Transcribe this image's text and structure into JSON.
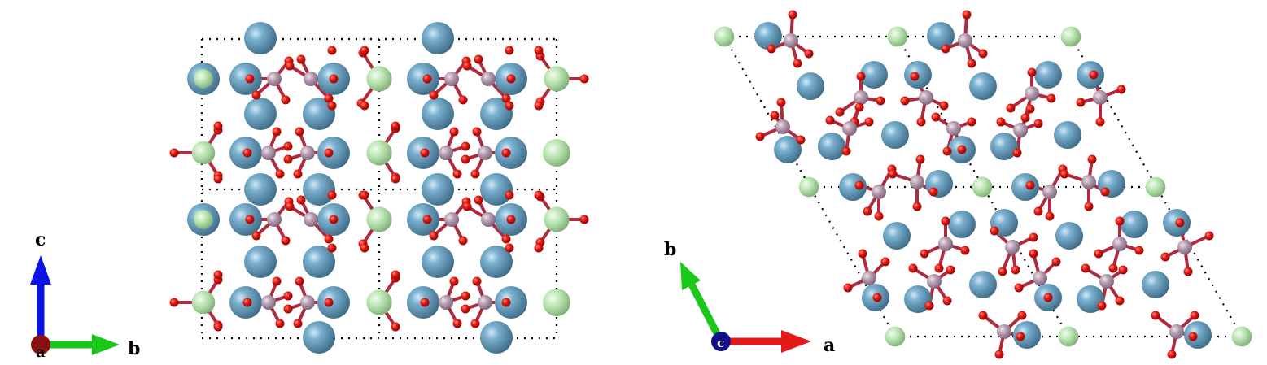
{
  "figure": {
    "left_panel": {
      "axes": {
        "vertical_label": "c",
        "horizontal_label": "b",
        "origin_label": "a"
      }
    },
    "right_panel": {
      "axes": {
        "horizontal_label": "a",
        "oblique_label": "b",
        "origin_label": "c"
      }
    }
  },
  "colors": {
    "large_atom": "#5f95b6",
    "small_green_atom": "#b5e3ad",
    "mauve_atom": "#b49aae",
    "oxygen_atom": "#e2150f",
    "axis_c": "#0a14e6",
    "axis_b_left": "#19c819",
    "axis_a_right": "#e61919",
    "axis_b_right": "#19c819",
    "origin_a": "#8b1010",
    "origin_c": "#10108b",
    "cell_lines": "#000000"
  }
}
